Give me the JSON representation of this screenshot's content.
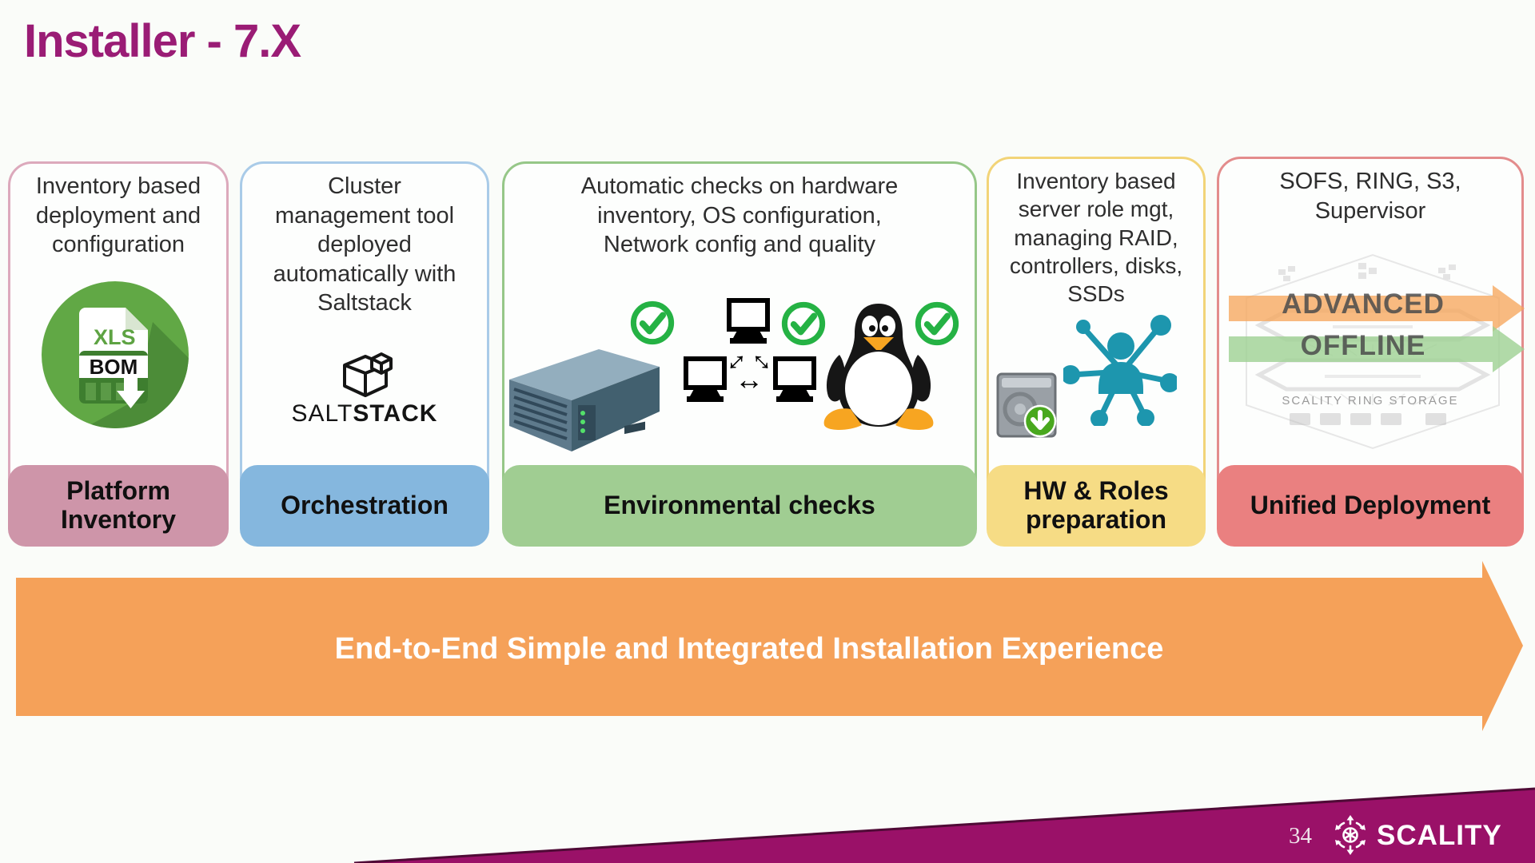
{
  "slide": {
    "title": "Installer - 7.X",
    "title_color": "#9A1C75",
    "background": "#FAFCF9",
    "cards": [
      {
        "description": "Inventory based\ndeployment and\nconfiguration",
        "label": "Platform\nInventory",
        "accent": "#CE95A9",
        "border": "#DCA9BC",
        "icon": "xls-bom-download",
        "icon_text": {
          "xls": "XLS",
          "bom": "BOM"
        }
      },
      {
        "description": "Cluster\nmanagement tool\ndeployed\nautomatically with\nSaltstack",
        "label": "Orchestration",
        "accent": "#85B7DE",
        "border": "#A9CBE8",
        "logo": {
          "salt": "SALT",
          "stack": "STACK"
        }
      },
      {
        "description": "Automatic checks on hardware\ninventory, OS configuration,\nNetwork config and quality",
        "label": "Environmental checks",
        "accent": "#A0CD92",
        "border": "#96C788",
        "icons": [
          "server",
          "check",
          "network-computers",
          "check",
          "linux-tux",
          "check"
        ]
      },
      {
        "description": "Inventory based\nserver role mgt,\nmanaging RAID,\ncontrollers, disks,\nSSDs",
        "label": "HW & Roles\npreparation",
        "accent": "#F6DC85",
        "border": "#F2D478",
        "icons": [
          "hdd-download",
          "role-network"
        ]
      },
      {
        "description": "SOFS, RING, S3,\nSupervisor",
        "label": "Unified Deployment",
        "accent": "#EA8080",
        "border": "#E38C8C",
        "overlays": [
          {
            "text": "ADVANCED",
            "color": "rgba(246,166,92,0.78)"
          },
          {
            "text": "OFFLINE",
            "color": "rgba(158,209,146,0.8)"
          }
        ],
        "diagram_caption": "SCALITY RING STORAGE"
      }
    ],
    "banner": {
      "text": "End-to-End Simple and Integrated Installation Experience",
      "color": "#F5A159"
    },
    "footer": {
      "page_number": "34",
      "brand": "SCALITY",
      "band_color": "#9A1168"
    },
    "check_color": "#25B244"
  }
}
